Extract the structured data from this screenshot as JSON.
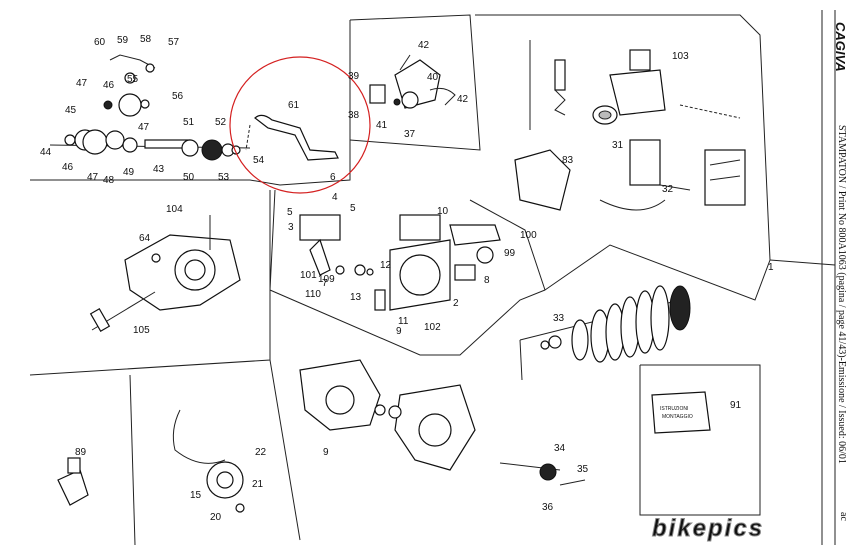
{
  "header": {
    "brand": "CAGIVA",
    "side_note": "STAMPATON / Print No 800A1063 (pagina / page 41/43)-Emissione / Issued: 06/01",
    "corner_mark": "ac"
  },
  "watermark": {
    "text": "bikepics"
  },
  "callouts": [
    "60",
    "59",
    "58",
    "57",
    "47",
    "46",
    "55",
    "56",
    "45",
    "47",
    "44",
    "46",
    "47",
    "48",
    "49",
    "43",
    "51",
    "52",
    "50",
    "53",
    "54",
    "61",
    "39",
    "38",
    "42",
    "40",
    "42",
    "41",
    "37",
    "103",
    "31",
    "83",
    "32",
    "6",
    "4",
    "5",
    "3",
    "5",
    "101",
    "7",
    "109",
    "110",
    "13",
    "12",
    "10",
    "11",
    "102",
    "2",
    "9",
    "100",
    "99",
    "8",
    "104",
    "64",
    "105",
    "1",
    "33",
    "91",
    "22",
    "21",
    "15",
    "20",
    "89",
    "9",
    "34",
    "35",
    "36"
  ],
  "kit_label": {
    "line1": "ISTRUZIONI",
    "line2": "MONTAGGIO"
  },
  "colors": {
    "ink": "#111111",
    "highlight": "#d42020",
    "paper": "#ffffff"
  }
}
